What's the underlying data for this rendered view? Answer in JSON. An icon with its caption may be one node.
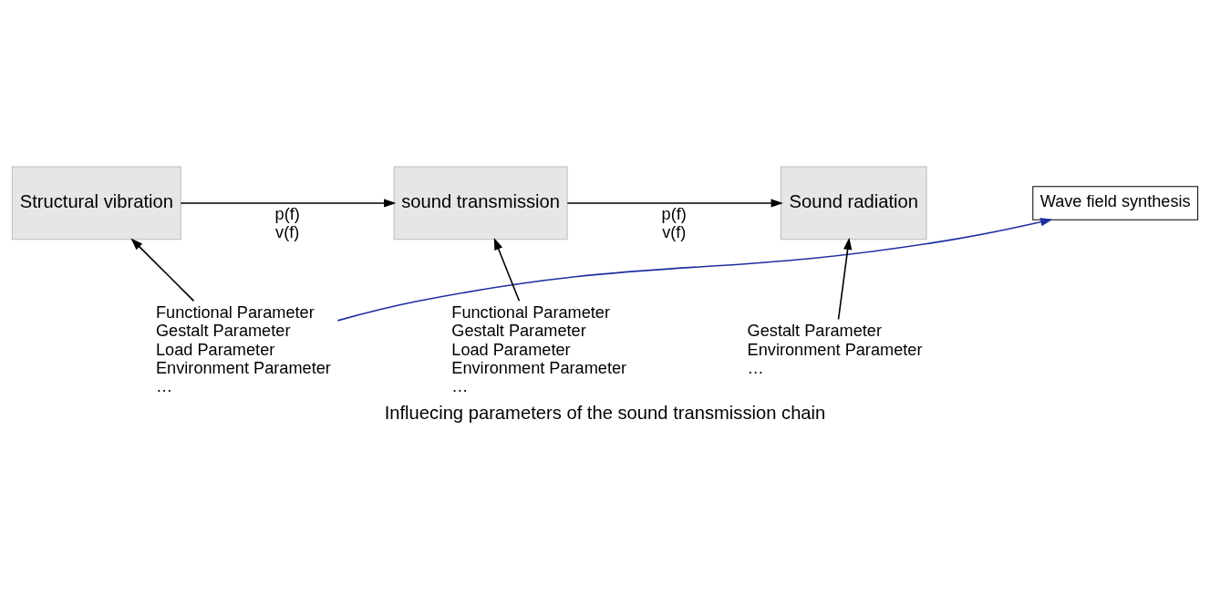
{
  "diagram": {
    "caption": "Influecing parameters of the sound transmission chain",
    "nodes": [
      {
        "text": [
          "Structural vibration"
        ]
      },
      {
        "text": [
          "sound transmission"
        ]
      },
      {
        "text": [
          "Sound radiation"
        ]
      },
      {
        "text": [
          "Wave field synthesis"
        ]
      },
      {
        "text": [
          "Functional Parameter",
          "Gestalt Parameter",
          "Load Parameter",
          "Environment Parameter",
          "…"
        ]
      },
      {
        "text": [
          "Functional Parameter",
          "Gestalt Parameter",
          "Load Parameter",
          "Environment Parameter",
          "…"
        ]
      },
      {
        "text": [
          "Gestalt Parameter",
          "Environment Parameter",
          "…"
        ]
      }
    ],
    "edges": [
      {
        "from": 0,
        "to": 1,
        "arrow": "to",
        "label": "p(f) v(f)"
      },
      {
        "from": 1,
        "to": 2,
        "arrow": "to",
        "label": "p(f) v(f)"
      },
      {
        "from": 4,
        "to": 0,
        "arrow": "to"
      },
      {
        "from": 5,
        "to": 1,
        "arrow": "to"
      },
      {
        "from": 6,
        "to": 2,
        "arrow": "to"
      },
      {
        "from": 4,
        "to": 3,
        "arrow": "to",
        "color": "#1f2fa0"
      }
    ]
  }
}
